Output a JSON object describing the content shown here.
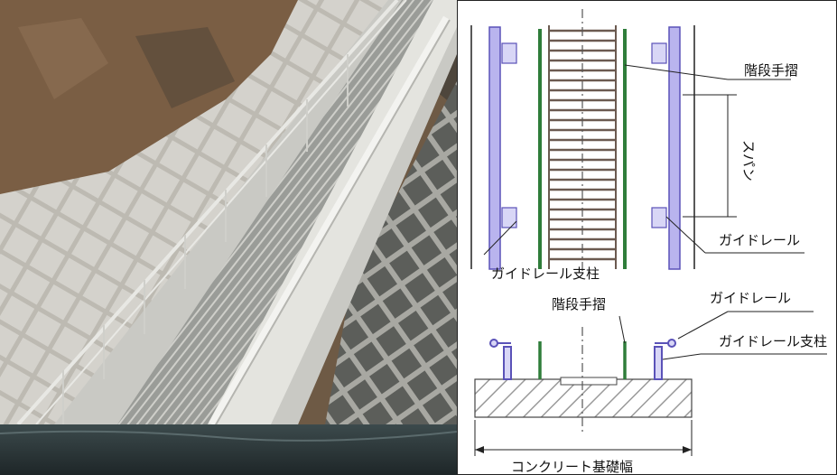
{
  "labels": {
    "stair_handrail_top": "階段手摺",
    "span": "スパン",
    "guide_rail_top": "ガイドレール",
    "guide_rail_post_top": "ガイドレール支柱",
    "stair_handrail_section": "階段手摺",
    "guide_rail_section": "ガイドレール",
    "guide_rail_post_section": "ガイドレール支柱",
    "foundation_width": "コンクリート基礎幅"
  },
  "colors": {
    "rail": "#8c86d8",
    "rail_dark": "#5a52b8",
    "handrail": "#2f7d3a",
    "steps": "#6b5a50",
    "hatch": "#9a9a9a"
  }
}
